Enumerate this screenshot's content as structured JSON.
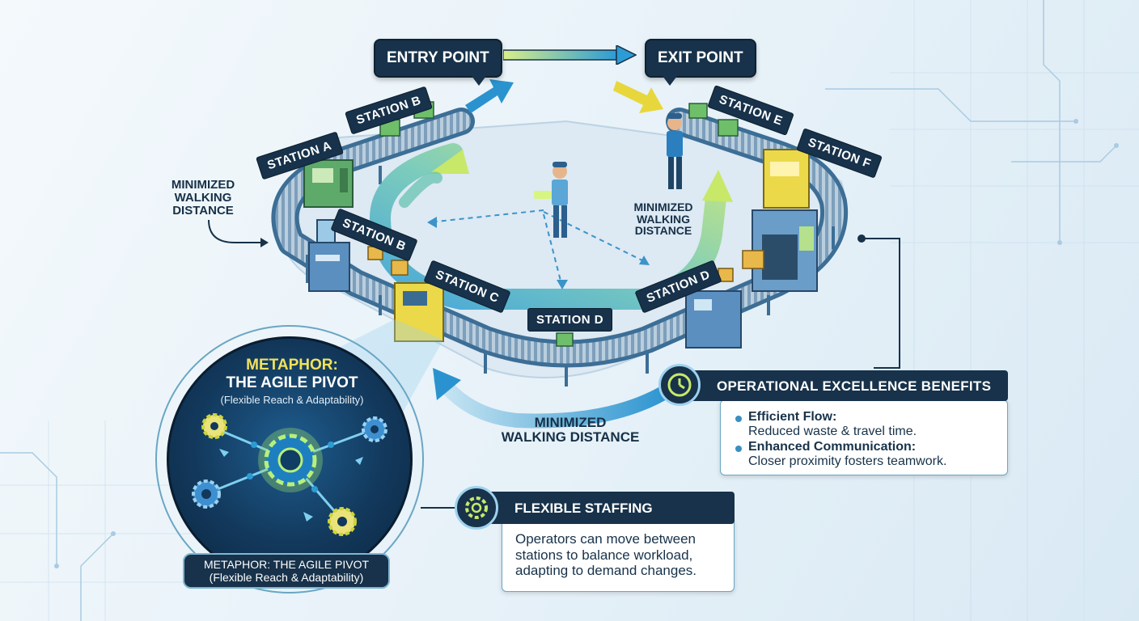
{
  "flow": {
    "entry": "ENTRY POINT",
    "exit": "EXIT POINT"
  },
  "stations": {
    "a": "STATION A",
    "b_top": "STATION B",
    "b_left": "STATION B",
    "c": "STATION C",
    "d_center": "STATION D",
    "d_right": "STATION D",
    "e": "STATION E",
    "f": "STATION F"
  },
  "walking": {
    "left": [
      "MINIMIZED",
      "WALKING",
      "DISTANCE"
    ],
    "center": [
      "MINIMIZED",
      "WALKING",
      "DISTANCE"
    ],
    "bottom": [
      "MINIMIZED",
      "WALKING DISTANCE"
    ]
  },
  "metaphor": {
    "title": "METAPHOR:",
    "subtitle": "THE AGILE PIVOT",
    "detail": "(Flexible Reach & Adaptability)",
    "caption_title": "METAPHOR: THE AGILE PIVOT",
    "caption_detail": "(Flexible Reach & Adaptability)"
  },
  "benefits": {
    "heading": "OPERATIONAL EXCELLENCE BENEFITS",
    "items": [
      {
        "title": "Efficient Flow:",
        "text": "Reduced waste & travel time."
      },
      {
        "title": "Enhanced Communication:",
        "text": "Closer proximity fosters teamwork."
      }
    ]
  },
  "staffing": {
    "heading": "FLEXIBLE STAFFING",
    "body": [
      "Operators can move between",
      "stations to balance workload,",
      "adapting to demand changes."
    ]
  },
  "colors": {
    "navy": "#17324a",
    "accent_blue": "#2d9bd4",
    "accent_green": "#9bd36a",
    "accent_yellow": "#f2e25a",
    "conveyor": "#4c80a8"
  },
  "icons": {
    "benefits": "clock-icon",
    "staffing": "gear-icon",
    "metaphor": "gears-network-icon"
  }
}
